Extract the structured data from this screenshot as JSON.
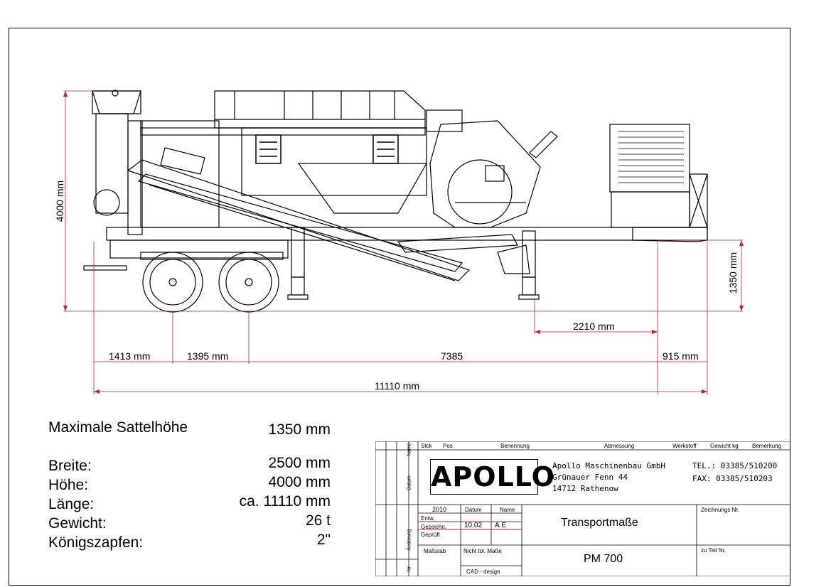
{
  "dimensions": {
    "height": "4000 mm",
    "saddle_height": "1350 mm",
    "d_2210": "2210 mm",
    "d_1413": "1413 mm",
    "d_1395": "1395 mm",
    "d_7385": "7385",
    "d_915": "915 mm",
    "total_length": "11110 mm"
  },
  "specs": [
    {
      "label": "Maximale Sattelhöhe",
      "value": "1350 mm"
    },
    {
      "label": "Breite:",
      "value": "2500 mm"
    },
    {
      "label": "Höhe:",
      "value": "4000 mm"
    },
    {
      "label": "Länge:",
      "value": "ca. 11110 mm"
    },
    {
      "label": "Gewicht:",
      "value": "26 t"
    },
    {
      "label": "Königszapfen:",
      "value": "2\""
    }
  ],
  "title_block": {
    "headers": {
      "stck": "Stck",
      "pos": "Pos",
      "benennung": "Benennung",
      "abmessung": "Abmessung",
      "werkstoff": "Werkstoff",
      "gewicht": "Gewicht kg",
      "bemerkung": "Bemerkung"
    },
    "side_labels": {
      "name": "Name",
      "datum": "Datum",
      "aenderung": "Änderung",
      "nr": "Nr"
    },
    "logo": "APOLLO",
    "company": {
      "name": "Apollo Maschinenbau GmbH",
      "street": "Grünauer Fenn 44",
      "city": "14712 Rathenow",
      "tel": "TEL.: 03385/510200",
      "fax": "FAX: 03385/510203"
    },
    "year": "2010",
    "col_datum": "Datum",
    "col_name": "Name",
    "rows": [
      {
        "label": "Entw.",
        "date": "",
        "name": ""
      },
      {
        "label": "Gezeichn.",
        "date": "10.02",
        "name": "A.E"
      },
      {
        "label": "Geprüft",
        "date": "",
        "name": ""
      }
    ],
    "massstab": "Maßstab",
    "nicht_tol": "Nicht tol. Maße",
    "cad": "CAD - design",
    "title": "Transportmaße",
    "model": "PM 700",
    "zeichnungs_nr": "Zeichnungs Nr.",
    "zu_teil_nr": "zu Teil Nr."
  },
  "colors": {
    "dimension_line": "#c0202a",
    "line": "#000000"
  }
}
